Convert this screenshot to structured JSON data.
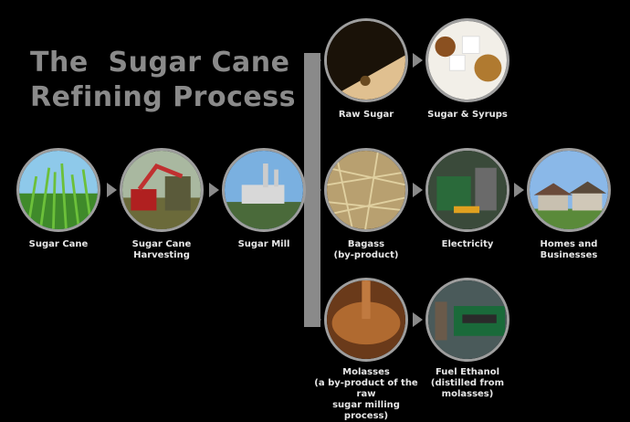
{
  "title": "The  Sugar Cane\nRefining Process",
  "colors": {
    "connector": "#8a8a8a",
    "ring": "#9e9e9e",
    "title": "#8a8a8a"
  },
  "nodes": {
    "sugar_cane": {
      "label": "Sugar Cane"
    },
    "harvesting": {
      "label": "Sugar Cane\nHarvesting"
    },
    "sugar_mill": {
      "label": "Sugar Mill"
    },
    "raw_sugar": {
      "label": "Raw Sugar"
    },
    "sugar_syrups": {
      "label": "Sugar & Syrups"
    },
    "bagass": {
      "label": "Bagass\n(by-product)"
    },
    "electricity": {
      "label": "Electricity"
    },
    "homes": {
      "label": "Homes and\nBusinesses"
    },
    "molasses": {
      "label": "Molasses\n(a by-product of the raw\nsugar milling process)"
    },
    "fuel_ethanol": {
      "label": "Fuel Ethanol\n(distilled from\nmolasses)"
    }
  }
}
